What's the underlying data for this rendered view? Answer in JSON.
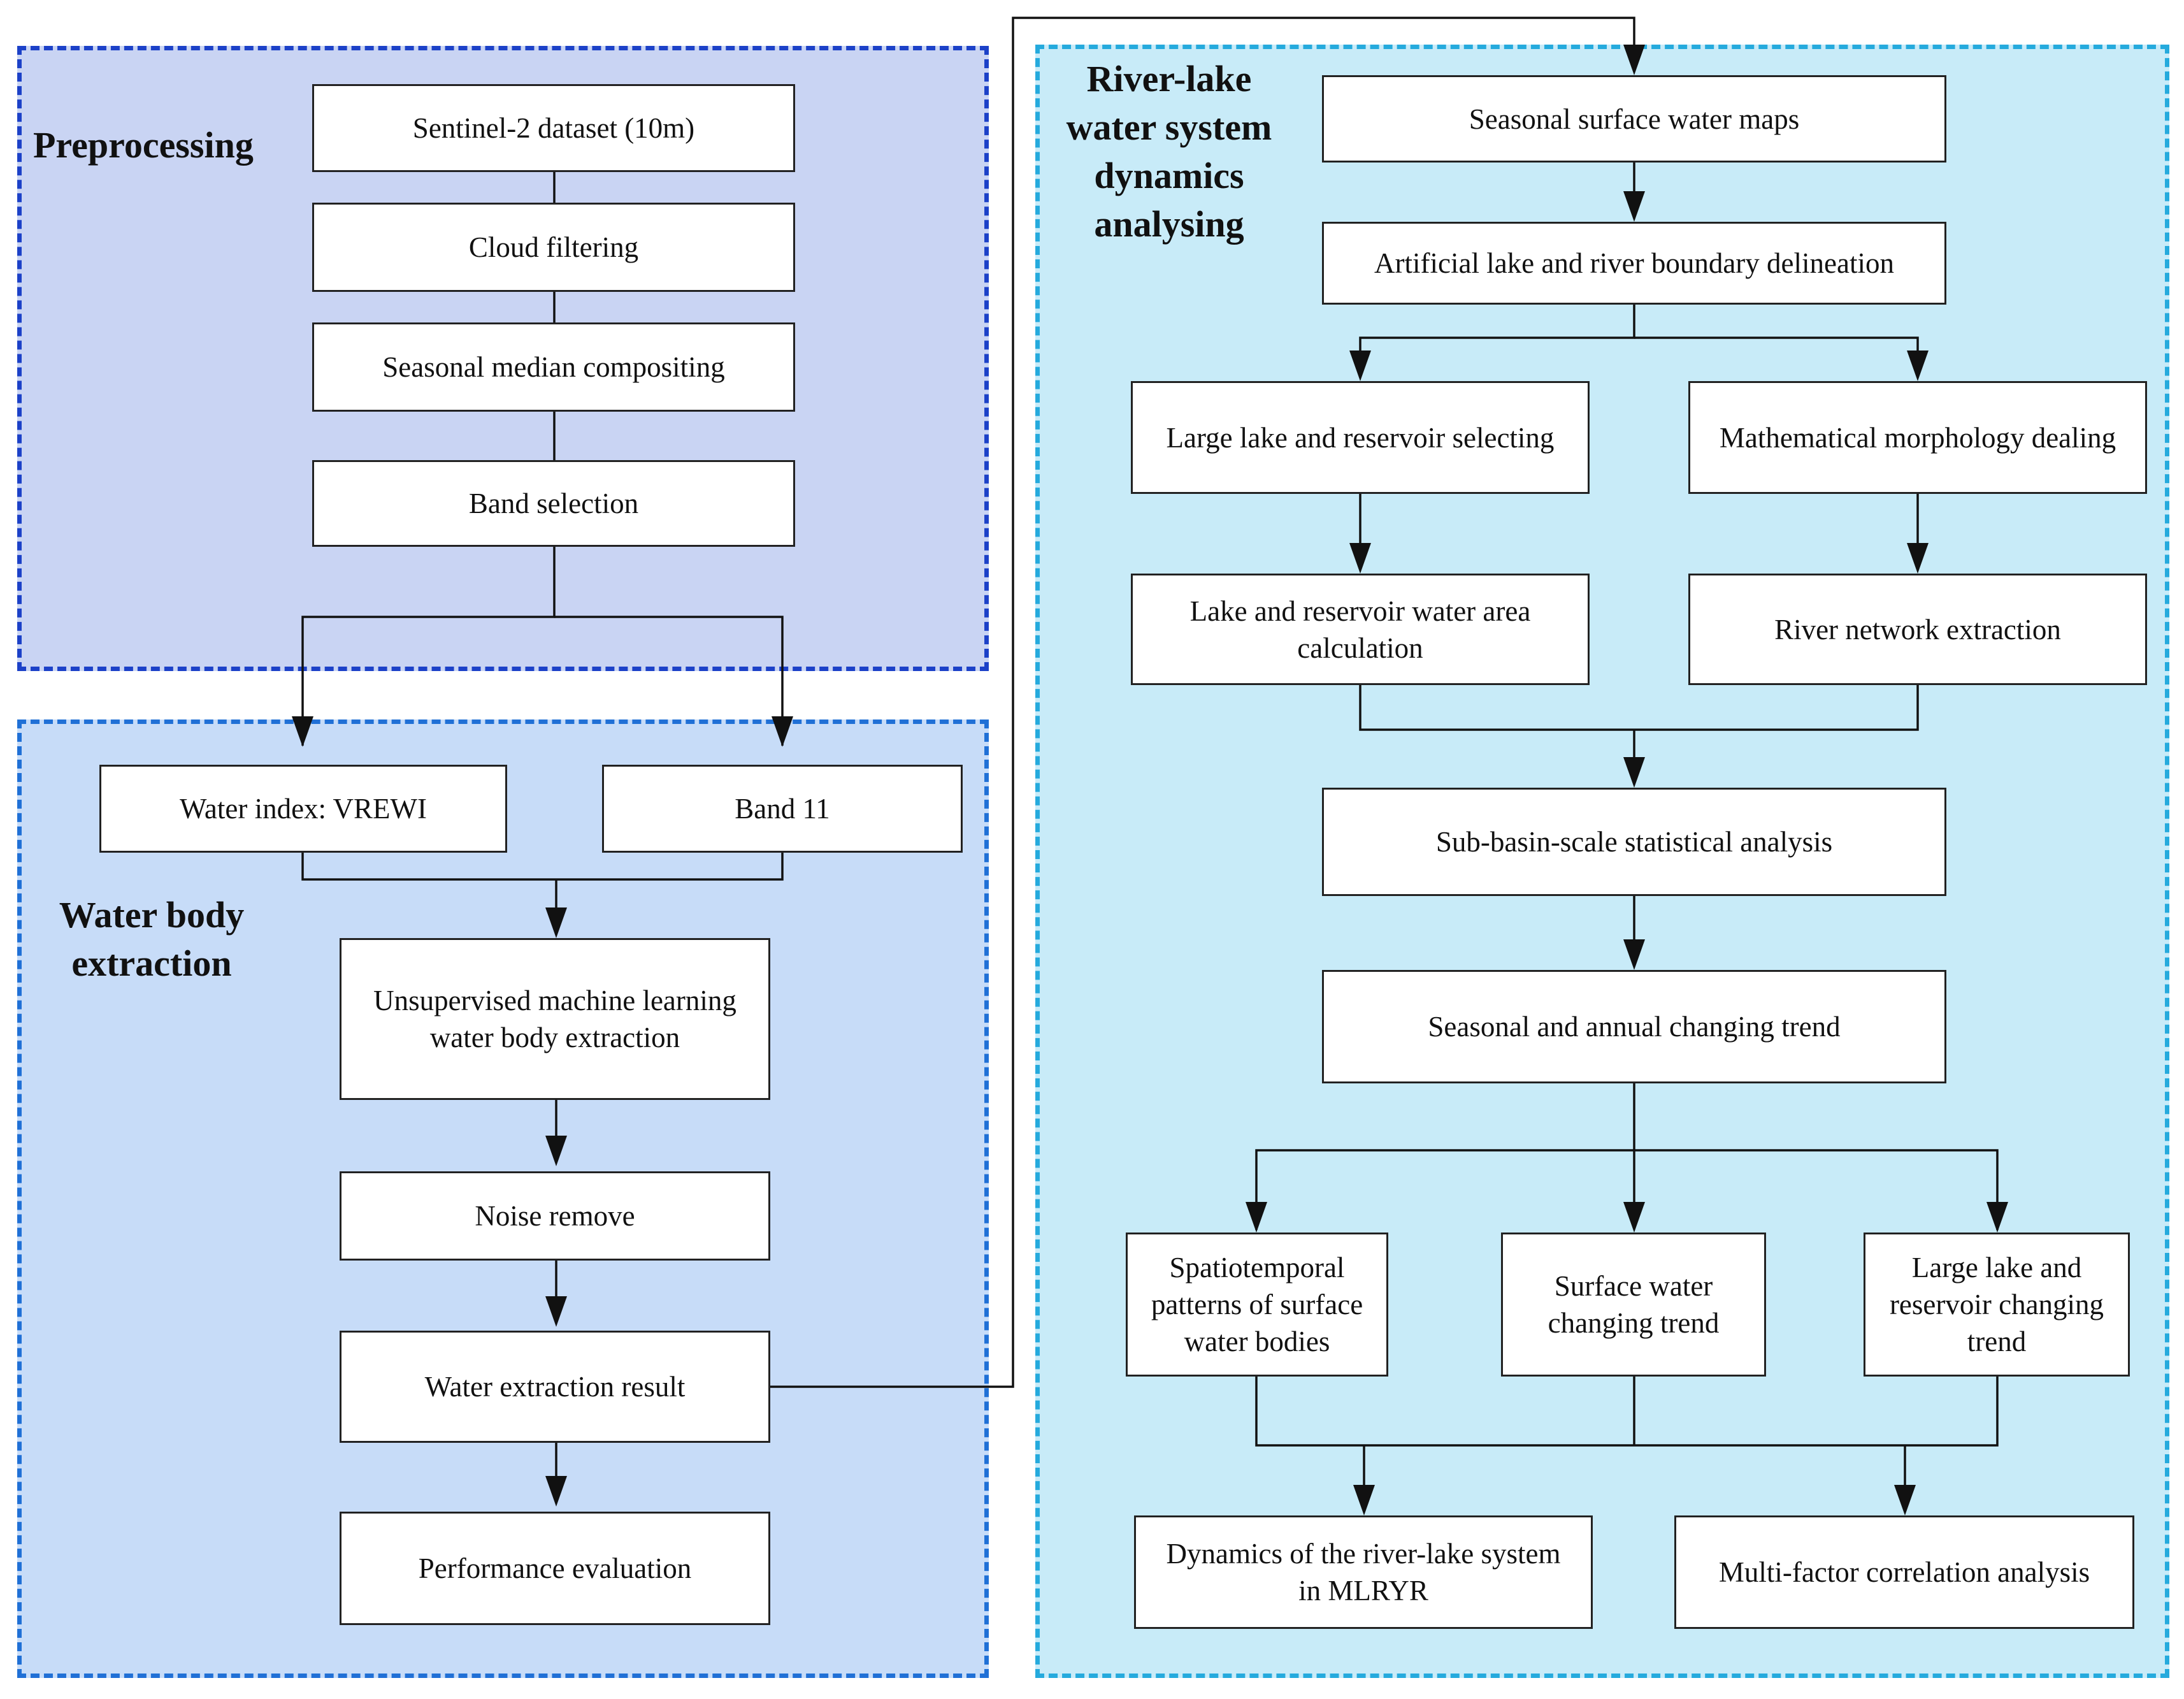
{
  "sections": {
    "preprocessing": "Preprocessing",
    "water_body_extraction": "Water body\nextraction",
    "river_lake": "River-lake\nwater system\ndynamics\nanalysing"
  },
  "boxes": {
    "sentinel": "Sentinel-2 dataset (10m)",
    "cloud": "Cloud filtering",
    "median": "Seasonal median compositing",
    "band_sel": "Band selection",
    "water_index": "Water index: VREWI",
    "band11": "Band 11",
    "unsupervised": "Unsupervised machine learning\nwater body extraction",
    "noise": "Noise remove",
    "result": "Water extraction result",
    "perf": "Performance evaluation",
    "seasonal_maps": "Seasonal surface water maps",
    "artificial": "Artificial lake and river boundary delineation",
    "large_lake_sel": "Large lake and reservoir selecting",
    "math_morph": "Mathematical morphology dealing",
    "lake_area": "Lake and reservoir water area\ncalculation",
    "river_net": "River network extraction",
    "subbasin": "Sub-basin-scale statistical analysis",
    "trend": "Seasonal and annual changing trend",
    "spatio": "Spatiotemporal\npatterns of surface\nwater bodies",
    "surface_trend": "Surface water\nchanging trend",
    "large_lake_trend": "Large lake and\nreservoir changing\ntrend",
    "dynamics": "Dynamics of the river-lake system\nin MLRYR",
    "multifactor": "Multi-factor correlation analysis"
  },
  "colors": {
    "preprocessing_fill": "#c9d4f3",
    "preprocessing_border": "#1c41c8",
    "extraction_fill": "#c7dcf8",
    "extraction_border": "#2070d6",
    "river_lake_fill": "#c8ebf8",
    "river_lake_border": "#25aadd",
    "line": "#111111"
  }
}
